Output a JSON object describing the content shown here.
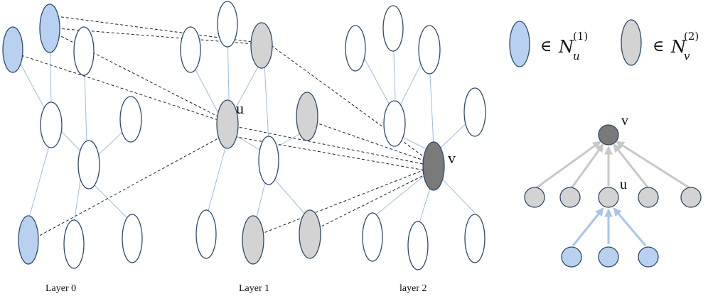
{
  "layers": {
    "layer0": "Layer 0",
    "layer1": "Layer 1",
    "layer2": "layer 2"
  },
  "node_labels": {
    "u_main": "u",
    "v_main": "v",
    "v_tree": "v",
    "u_tree": "u"
  },
  "legend": {
    "symbol": "∈",
    "first": {
      "base": "N",
      "sub": "u",
      "sup": "(1)"
    },
    "second": {
      "base": "N",
      "sub": "v",
      "sup": "(2)"
    }
  },
  "colors": {
    "blue_fill": "#b8d1f0",
    "grey_fill": "#d3d3d3",
    "dark_fill": "#7a7a7a",
    "white_fill": "#ffffff",
    "node_stroke": "#2d4a6b"
  }
}
